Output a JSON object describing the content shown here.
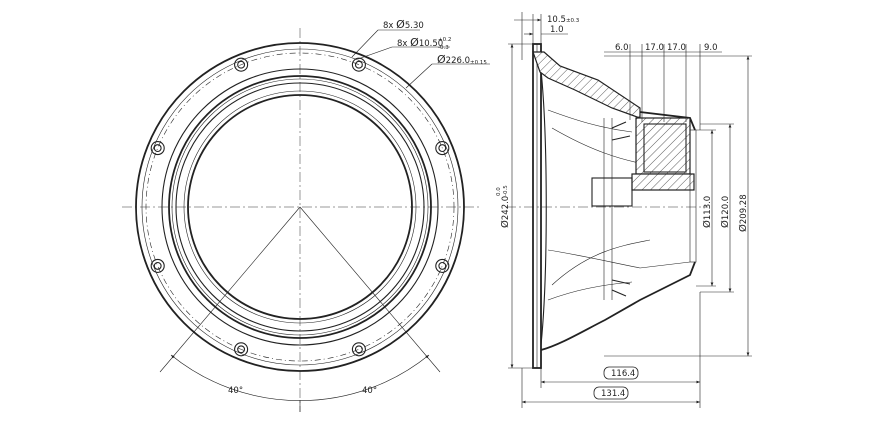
{
  "front_view": {
    "callout_holes": {
      "prefix": "8x",
      "symbol": "Ø",
      "value": "5.30"
    },
    "callout_counterbore": {
      "prefix": "8x",
      "symbol": "Ø",
      "value": "10.50",
      "upper_tol": "+0.2",
      "lower_tol": "-0.3"
    },
    "callout_bolt_circle": {
      "symbol": "Ø",
      "value": "226.0",
      "tol": "±0.15"
    },
    "angle_left": "40°",
    "angle_right": "40°",
    "hole_count": 8
  },
  "side_view": {
    "top_dims": [
      {
        "value": "10.5",
        "tol": "±0.3"
      },
      {
        "value": "1.0"
      }
    ],
    "magnet_dims": [
      "6.0",
      "17.0",
      "17.0",
      "9.0"
    ],
    "dia_outer": {
      "symbol": "Ø",
      "value": "242.0",
      "upper_tol": "0.0",
      "lower_tol": "-0.5"
    },
    "dia_113": {
      "symbol": "Ø",
      "value": "113.0"
    },
    "dia_120": {
      "symbol": "Ø",
      "value": "120.0"
    },
    "dia_209": {
      "symbol": "Ø",
      "value": "209.28"
    },
    "depth_inner": "116.4",
    "depth_total": "131.4"
  }
}
